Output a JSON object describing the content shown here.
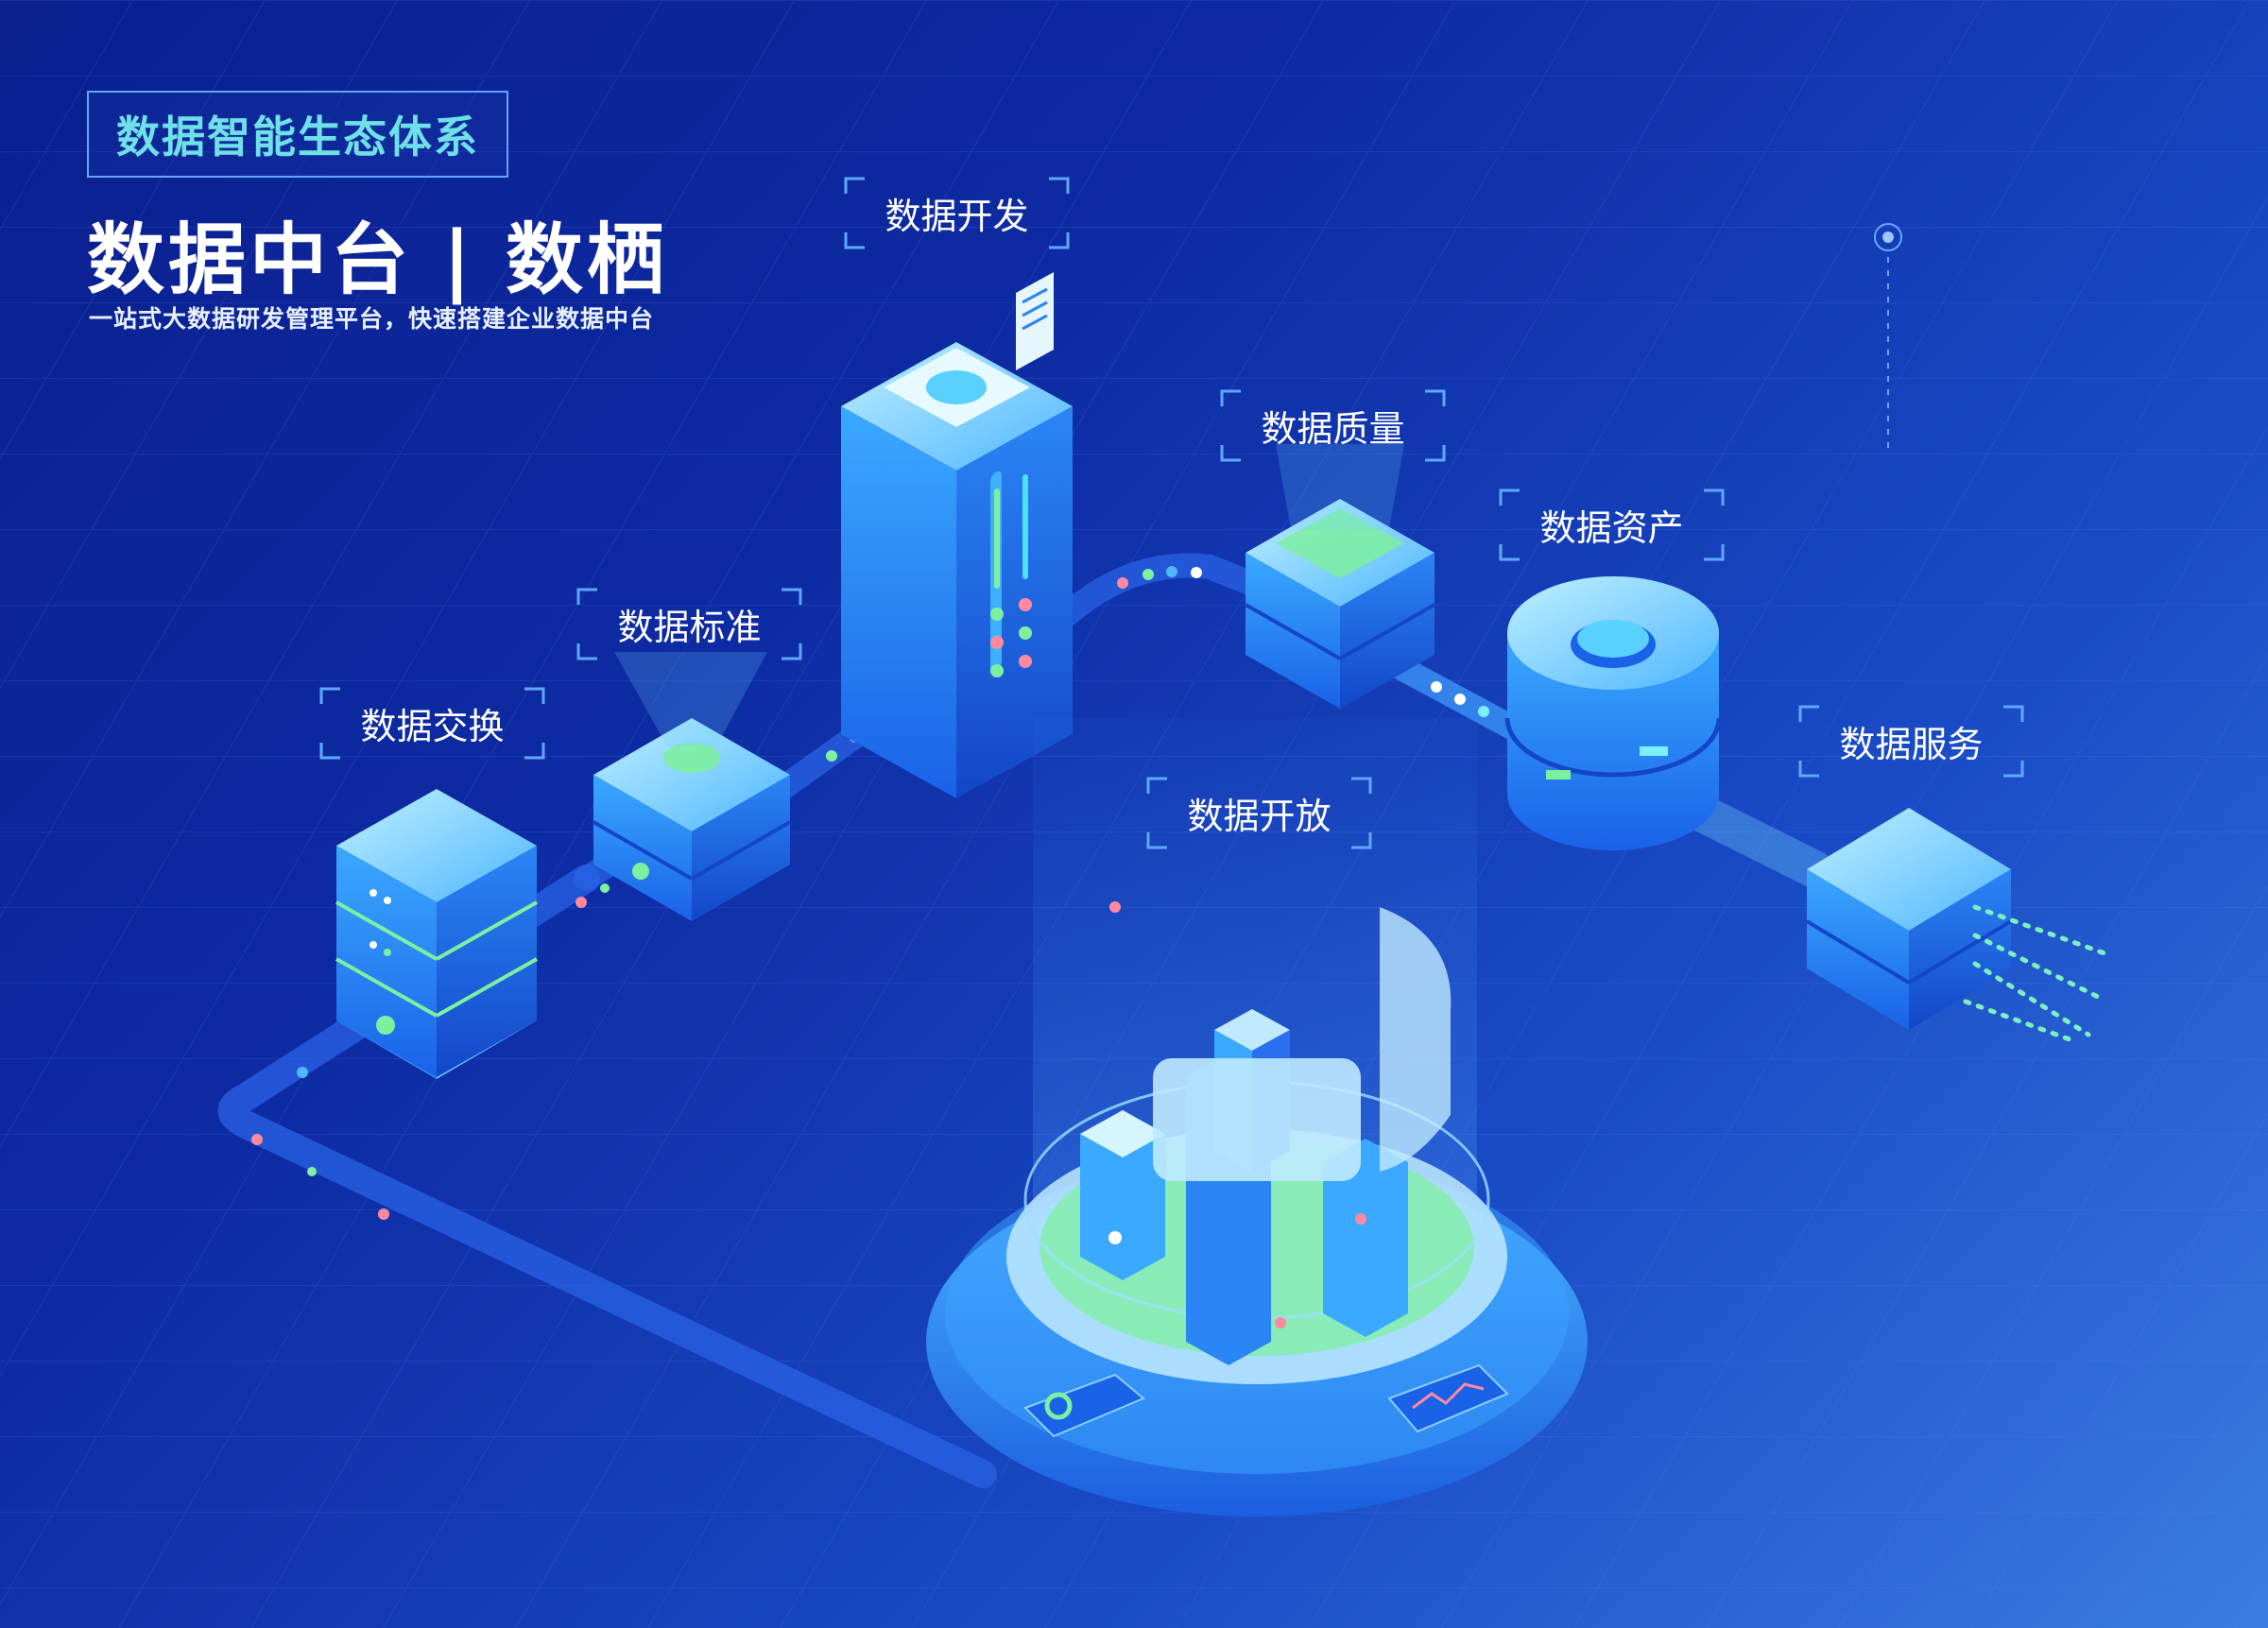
{
  "header": {
    "eyebrow": "数据智能生态体系",
    "title": "数据中台 | 数栖",
    "subtitle": "一站式大数据研发管理平台，快速搭建企业数据中台"
  },
  "modules": {
    "exchange": "数据交换",
    "standard": "数据标准",
    "develop": "数据开发",
    "quality": "数据质量",
    "asset": "数据资产",
    "service": "数据服务",
    "open": "数据开放"
  },
  "colors": {
    "bg_dark": "#0b1f8e",
    "bg_light": "#3a7de0",
    "accent_cyan": "#37c8ff",
    "accent_green": "#7df0a0",
    "frame_blue": "#5fa8ff"
  }
}
